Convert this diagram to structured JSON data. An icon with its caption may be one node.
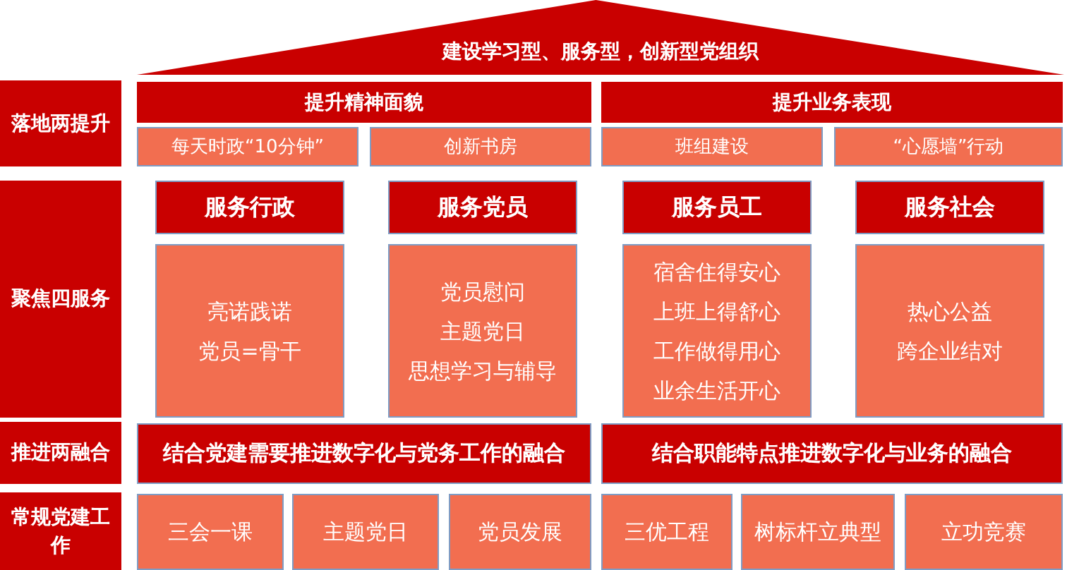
{
  "diagram": {
    "nodes": [
      {
        "text": [
          "建设学习型、服务型，创新型党组织"
        ]
      },
      {
        "text": [
          "落地两提升"
        ]
      },
      {
        "text": [
          "提升精神面貌"
        ]
      },
      {
        "text": [
          "每天时政“10分钟”"
        ]
      },
      {
        "text": [
          "创新书房"
        ]
      },
      {
        "text": [
          "提升业务表现"
        ]
      },
      {
        "text": [
          "班组建设"
        ]
      },
      {
        "text": [
          "“心愿墙”行动"
        ]
      },
      {
        "text": [
          "聚焦四服务"
        ]
      },
      {
        "text": [
          "服务行政"
        ]
      },
      {
        "text": [
          "服务党员"
        ]
      },
      {
        "text": [
          "服务员工"
        ]
      },
      {
        "text": [
          "服务社会"
        ]
      },
      {
        "text": [
          "亮诺践诺",
          "党员=骨干"
        ]
      },
      {
        "text": [
          "党员慰问",
          "主题党日",
          "思想学习与辅导"
        ]
      },
      {
        "text": [
          "宿舍住得安心",
          "上班上得舒心",
          "工作做得用心",
          "业余生活开心"
        ]
      },
      {
        "text": [
          "热心公益",
          "跨企业结对"
        ]
      },
      {
        "text": [
          "推进两融合"
        ]
      },
      {
        "text": [
          "结合党建需要推进数字化与党务工作的融合"
        ]
      },
      {
        "text": [
          "结合职能特点推进数字化与业务的融合"
        ]
      },
      {
        "text": [
          "常规党建工作"
        ]
      },
      {
        "text": [
          "三会一课"
        ]
      },
      {
        "text": [
          "主题党日"
        ]
      },
      {
        "text": [
          "党员发展"
        ]
      },
      {
        "text": [
          "三优工程"
        ]
      },
      {
        "text": [
          "树标杆立典型"
        ]
      },
      {
        "text": [
          "立功竞赛"
        ]
      }
    ]
  }
}
